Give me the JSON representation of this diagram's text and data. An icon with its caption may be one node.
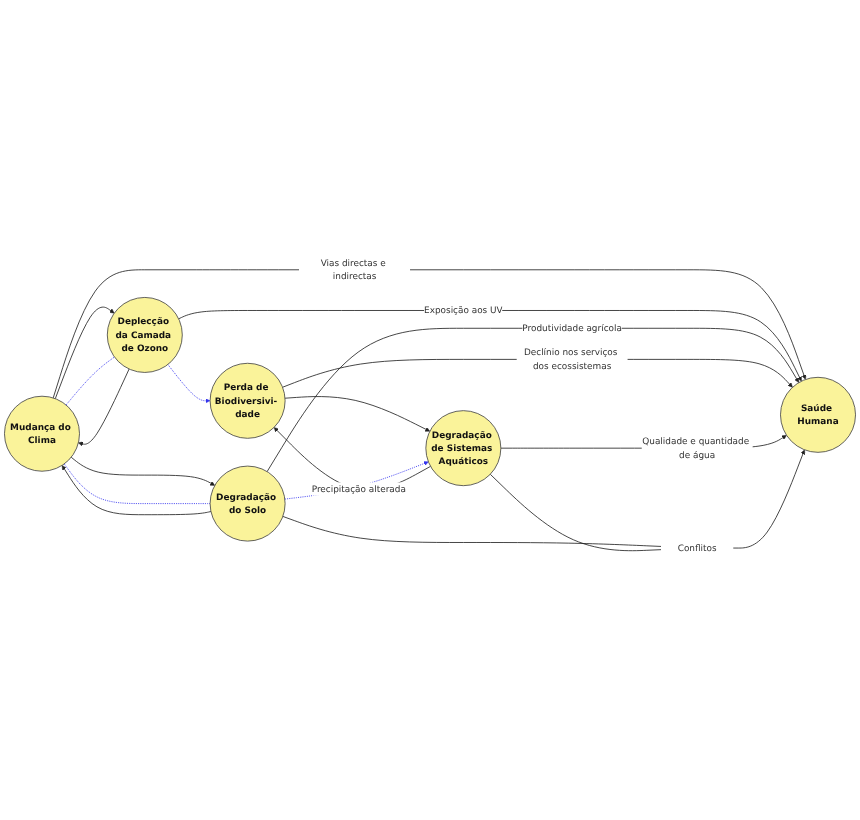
{
  "diagram": {
    "nodes": [
      {
        "text": [
          "Mudança do Clima"
        ]
      },
      {
        "text": [
          "Deplecção da Camada de Ozono"
        ]
      },
      {
        "text": [
          "Saúde Humana"
        ]
      },
      {
        "text": [
          "Degradação do Solo"
        ]
      },
      {
        "text": [
          "Perda de Biodiversivi- dade"
        ]
      },
      {
        "text": [
          "Degradação de Sistemas Aquáticos"
        ]
      },
      {
        "text": [
          "Conflitos"
        ]
      }
    ],
    "edges": [
      {
        "from": 0,
        "to": 1,
        "arrow": "to"
      },
      {
        "from": 1,
        "to": 0,
        "arrow": "to"
      },
      {
        "from": 0,
        "to": 2,
        "arrow": "to",
        "label": "Vias directas e indirectas"
      },
      {
        "from": 0,
        "to": 3,
        "arrow": "to"
      },
      {
        "from": 3,
        "to": 0,
        "arrow": "to"
      },
      {
        "from": 1,
        "to": 2,
        "arrow": "to",
        "label": "Exposição aos UV"
      },
      {
        "from": 3,
        "to": 2,
        "arrow": "to",
        "label": "Produtividade agrícola"
      },
      {
        "from": 4,
        "to": 2,
        "arrow": "to",
        "label": "Declínio nos serviços dos ecossistemas"
      },
      {
        "from": 5,
        "to": 2,
        "arrow": "to",
        "label": "Qualidade e quantidade de água"
      },
      {
        "from": 4,
        "to": 5,
        "arrow": "to"
      },
      {
        "from": 5,
        "to": 4,
        "arrow": "to"
      },
      {
        "from": 3,
        "to": 6,
        "arrow": "none"
      },
      {
        "from": 5,
        "to": 6,
        "arrow": "none"
      },
      {
        "from": 6,
        "to": 2,
        "arrow": "to"
      },
      {
        "from": 0,
        "to": 1,
        "arrow": "none",
        "style": "dashed",
        "color": "#3333ee"
      },
      {
        "from": 1,
        "to": 4,
        "arrow": "to",
        "style": "dashed",
        "color": "#3333ee"
      },
      {
        "from": 0,
        "to": 3,
        "arrow": "none",
        "style": "dashed",
        "color": "#3333ee"
      },
      {
        "from": 3,
        "to": 5,
        "arrow": "to",
        "style": "dashed",
        "color": "#3333ee",
        "label": "Precipitação alterada"
      }
    ]
  }
}
